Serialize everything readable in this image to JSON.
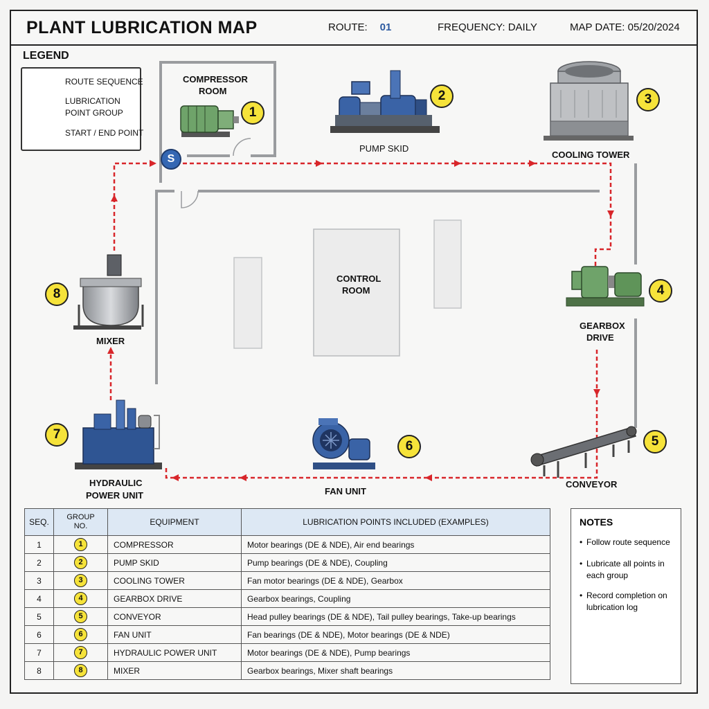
{
  "header": {
    "title": "PLANT LUBRICATION MAP",
    "route_label": "ROUTE:",
    "route_value": "01",
    "frequency_label": "FREQUENCY:",
    "frequency_value": "DAILY",
    "map_date_label": "MAP DATE:",
    "map_date_value": "05/20/2024"
  },
  "legend": {
    "title": "LEGEND",
    "route_sequence": "ROUTE SEQUENCE",
    "lubrication_point_group_1": "LUBRICATION",
    "lubrication_point_group_2": "POINT GROUP",
    "start_end_point": "START / END POINT"
  },
  "map": {
    "start_marker": "S",
    "compressor_room_1": "COMPRESSOR",
    "compressor_room_2": "ROOM",
    "pump_skid": "PUMP SKID",
    "cooling_tower": "COOLING TOWER",
    "gearbox_drive_1": "GEARBOX",
    "gearbox_drive_2": "DRIVE",
    "conveyor": "CONVEYOR",
    "fan_unit": "FAN UNIT",
    "hydraulic_1": "HYDRAULIC",
    "hydraulic_2": "POWER UNIT",
    "mixer": "MIXER",
    "control_room_1": "CONTROL",
    "control_room_2": "ROOM"
  },
  "group_numbers": [
    "1",
    "2",
    "3",
    "4",
    "5",
    "6",
    "7",
    "8"
  ],
  "colors": {
    "route": "#d8262a",
    "group_circle": "#f6e33a",
    "start_circle": "#3467b3",
    "table_header": "#dde8f4"
  },
  "table": {
    "headers": {
      "seq": "SEQ.",
      "group_1": "GROUP",
      "group_2": "NO.",
      "equipment": "EQUIPMENT",
      "points": "LUBRICATION POINTS INCLUDED (EXAMPLES)"
    },
    "rows": [
      {
        "seq": "1",
        "group": "1",
        "equipment": "COMPRESSOR",
        "points": "Motor bearings (DE & NDE), Air end bearings"
      },
      {
        "seq": "2",
        "group": "2",
        "equipment": "PUMP SKID",
        "points": "Pump bearings (DE & NDE), Coupling"
      },
      {
        "seq": "3",
        "group": "3",
        "equipment": "COOLING TOWER",
        "points": "Fan motor bearings (DE & NDE), Gearbox"
      },
      {
        "seq": "4",
        "group": "4",
        "equipment": "GEARBOX DRIVE",
        "points": "Gearbox bearings, Coupling"
      },
      {
        "seq": "5",
        "group": "5",
        "equipment": "CONVEYOR",
        "points": "Head pulley bearings (DE & NDE), Tail pulley bearings, Take-up bearings"
      },
      {
        "seq": "6",
        "group": "6",
        "equipment": "FAN UNIT",
        "points": "Fan bearings (DE & NDE), Motor bearings (DE & NDE)"
      },
      {
        "seq": "7",
        "group": "7",
        "equipment": "HYDRAULIC POWER UNIT",
        "points": "Motor bearings (DE & NDE), Pump bearings"
      },
      {
        "seq": "8",
        "group": "8",
        "equipment": "MIXER",
        "points": "Gearbox bearings, Mixer shaft bearings"
      }
    ]
  },
  "notes": {
    "title": "NOTES",
    "items": [
      "Follow route sequence",
      "Lubricate all points in each group",
      "Record completion on lubrication log"
    ]
  }
}
